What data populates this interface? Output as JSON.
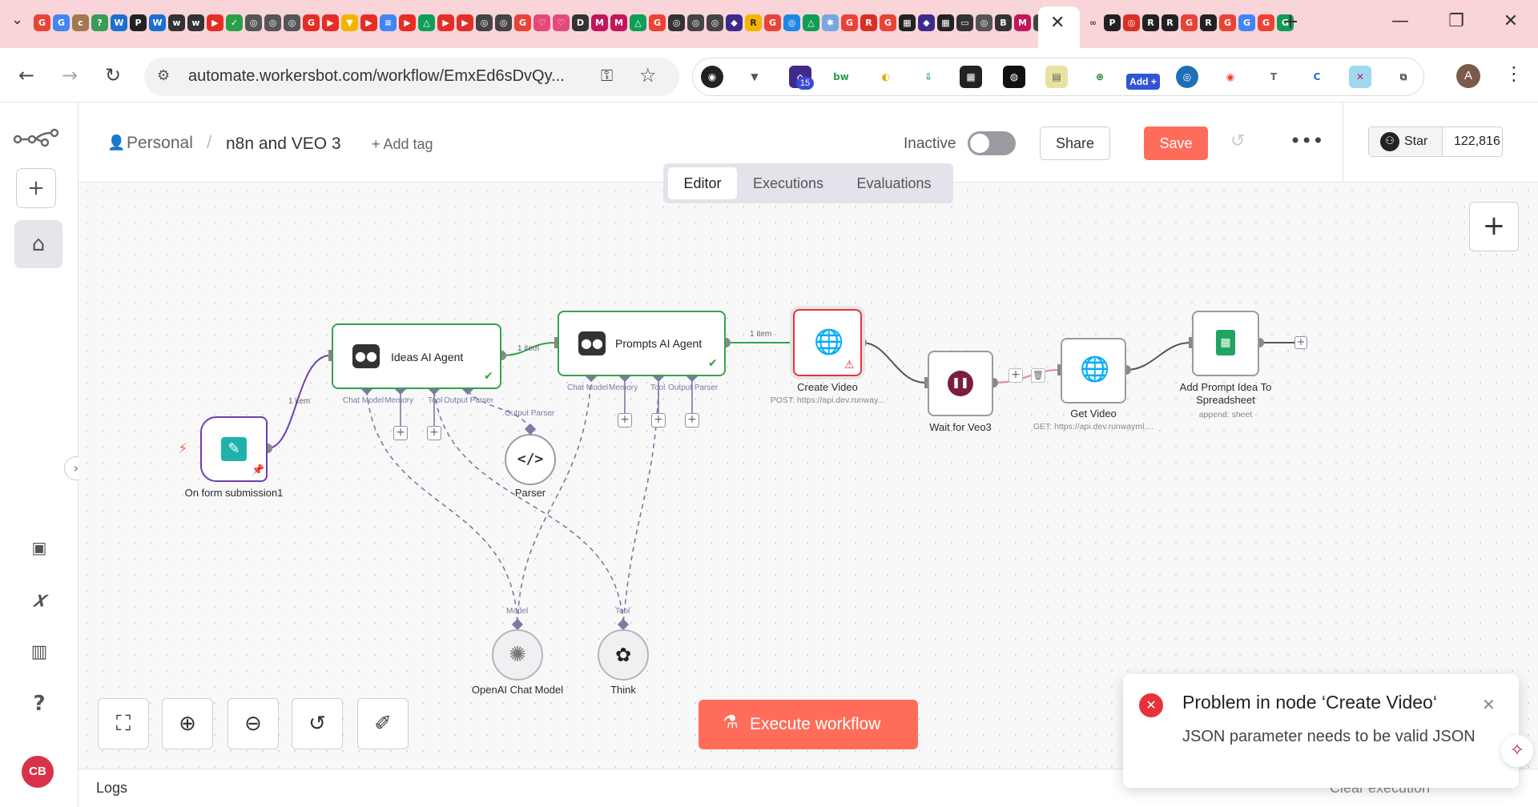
{
  "browser": {
    "url": "automate.workersbot.com/workflow/EmxEd6sDvQy...",
    "profile_initial": "A",
    "extension_badge": "15",
    "extension_add_label": "Add +",
    "window_controls": [
      "minimize",
      "restore",
      "close"
    ]
  },
  "header": {
    "project": "Personal",
    "separator": "/",
    "workflow_name": "n8n and VEO 3",
    "add_tag": "+ Add tag",
    "status_label": "Inactive",
    "share_label": "Share",
    "save_label": "Save",
    "github_star_label": "Star",
    "github_star_count": "122,816"
  },
  "tabs": [
    {
      "label": "Editor",
      "active": true
    },
    {
      "label": "Executions",
      "active": false
    },
    {
      "label": "Evaluations",
      "active": false
    }
  ],
  "nodes": {
    "form": {
      "label": "On form submission1"
    },
    "ideas_agent": {
      "label": "Ideas AI Agent",
      "ports": [
        "Chat Model",
        "Memory",
        "Tool",
        "Output Parser"
      ]
    },
    "prompts_agent": {
      "label": "Prompts AI Agent",
      "ports": [
        "Chat Model",
        "Memory",
        "Tool",
        "Output Parser"
      ]
    },
    "parser": {
      "label": "Parser",
      "port": "Output Parser"
    },
    "create_video": {
      "label": "Create Video",
      "sub": "POST: https://api.dev.runway..."
    },
    "wait": {
      "label": "Wait for Veo3"
    },
    "get_video": {
      "label": "Get Video",
      "sub": "GET: https://api.dev.runwayml...."
    },
    "sheet": {
      "label": "Add Prompt Idea To Spreadsheet",
      "sub": "append: sheet"
    },
    "openai": {
      "label": "OpenAI Chat Model",
      "port": "Model"
    },
    "think": {
      "label": "Think",
      "port": "Tool"
    }
  },
  "edges": {
    "form_to_ideas": "1 item",
    "ideas_to_prompts": "1 item",
    "prompts_to_create": "1 item"
  },
  "execute_label": "Execute workflow",
  "logs_label": "Logs",
  "clear_execution_label": "Clear execution",
  "toast": {
    "title": "Problem in node ‘Create Video‘",
    "message": "JSON parameter needs to be valid JSON"
  },
  "user_initials": "CB",
  "colors": {
    "accent": "#ff6d5a",
    "success": "#2fa54a",
    "error": "#e8323a",
    "wait": "#7a1e3a",
    "sheets": "#1fa463",
    "link": "#3b3bd6"
  }
}
